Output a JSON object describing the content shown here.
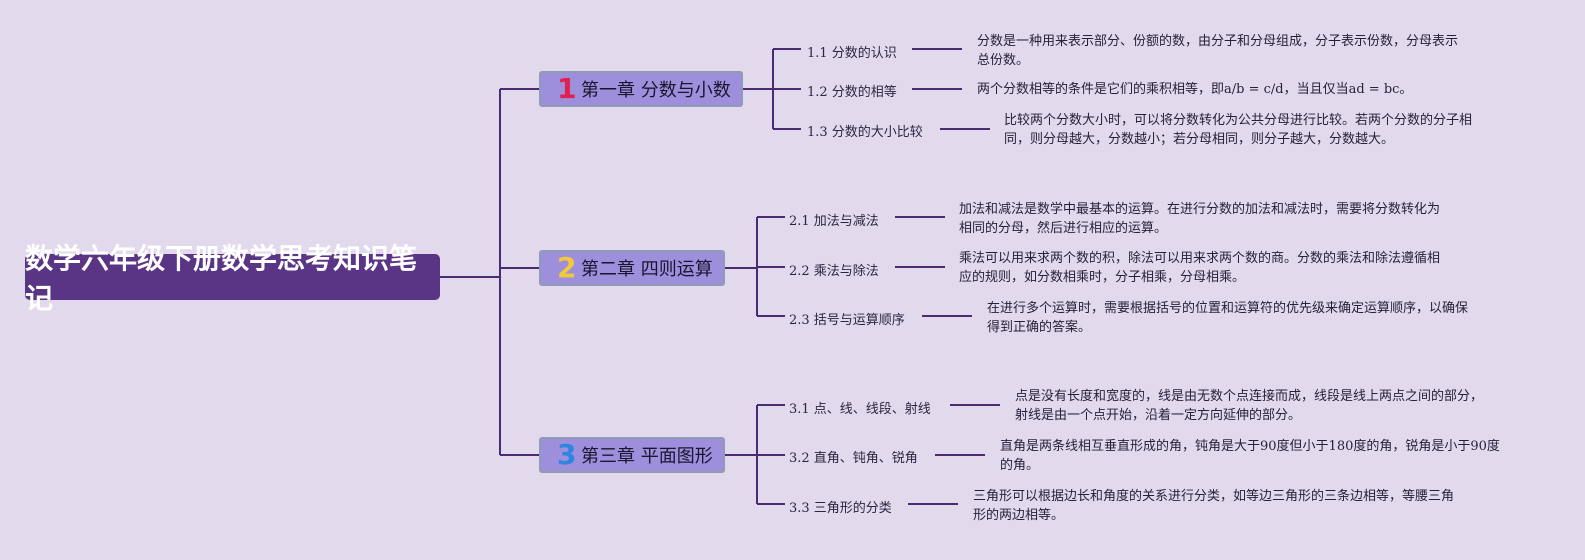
{
  "root": {
    "title": "数学六年级下册数学思考知识笔记"
  },
  "chapters": [
    {
      "num": "1",
      "num_color": "#e0204f",
      "title": "第一章 分数与小数",
      "items": [
        {
          "label": "1.1 分数的认识",
          "desc": "分数是一种用来表示部分、份额的数，由分子和分母组成，分子表示份数，分母表示总份数。"
        },
        {
          "label": "1.2 分数的相等",
          "desc": "两个分数相等的条件是它们的乘积相等，即a/b = c/d，当且仅当ad = bc。"
        },
        {
          "label": "1.3 分数的大小比较",
          "desc": "比较两个分数大小时，可以将分数转化为公共分母进行比较。若两个分数的分子相同，则分母越大，分数越小；若分母相同，则分子越大，分数越大。"
        }
      ]
    },
    {
      "num": "2",
      "num_color": "#f1c93a",
      "title": "第二章 四则运算",
      "items": [
        {
          "label": "2.1 加法与减法",
          "desc": "加法和减法是数学中最基本的运算。在进行分数的加法和减法时，需要将分数转化为相同的分母，然后进行相应的运算。"
        },
        {
          "label": "2.2 乘法与除法",
          "desc": "乘法可以用来求两个数的积，除法可以用来求两个数的商。分数的乘法和除法遵循相应的规则，如分数相乘时，分子相乘，分母相乘。"
        },
        {
          "label": "2.3 括号与运算顺序",
          "desc": "在进行多个运算时，需要根据括号的位置和运算符的优先级来确定运算顺序，以确保得到正确的答案。"
        }
      ]
    },
    {
      "num": "3",
      "num_color": "#2f86e0",
      "title": "第三章 平面图形",
      "items": [
        {
          "label": "3.1 点、线、线段、射线",
          "desc": "点是没有长度和宽度的，线是由无数个点连接而成，线段是线上两点之间的部分，射线是由一个点开始，沿着一定方向延伸的部分。"
        },
        {
          "label": "3.2 直角、钝角、锐角",
          "desc": "直角是两条线相互垂直形成的角，钝角是大于90度但小于180度的角，锐角是小于90度的角。"
        },
        {
          "label": "3.3 三角形的分类",
          "desc": "三角形可以根据边长和角度的关系进行分类，如等边三角形的三条边相等，等腰三角形的两边相等。"
        }
      ]
    }
  ],
  "colors": {
    "line": "#4a2a72",
    "background": "#e3d9ec",
    "root": "#5a3585",
    "chapter": "#9d8fdb"
  }
}
